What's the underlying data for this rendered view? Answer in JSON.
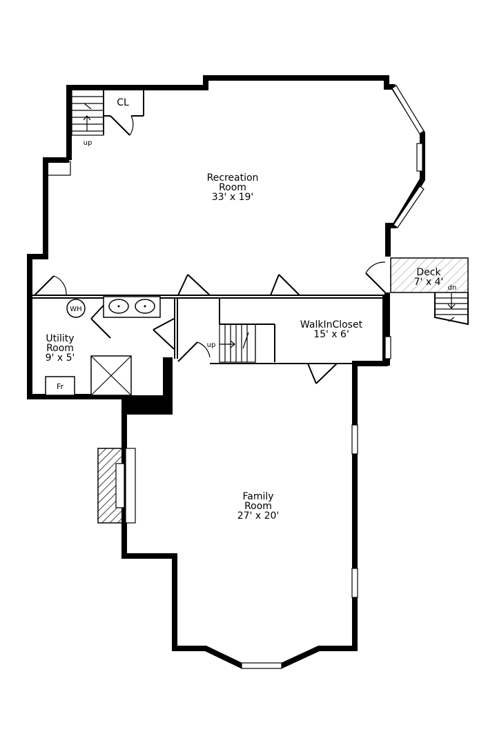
{
  "rooms": {
    "recreation": {
      "name_line1": "Recreation",
      "name_line2": "Room",
      "dims": "33' x 19'"
    },
    "family": {
      "name_line1": "Family",
      "name_line2": "Room",
      "dims": "27' x 20'"
    },
    "walkin_closet": {
      "name": "WalkInCloset",
      "dims": "15' x 6'"
    },
    "utility": {
      "name_line1": "Utility",
      "name_line2": "Room",
      "dims": "9' x 5'"
    },
    "deck": {
      "name": "Deck",
      "dims": "7' x 4'"
    },
    "closet": {
      "name": "CL"
    }
  },
  "fixtures": {
    "water_heater": "WH",
    "freezer": "Fr"
  },
  "stairs": {
    "top_left": "up",
    "center": "up",
    "deck": "dn"
  }
}
